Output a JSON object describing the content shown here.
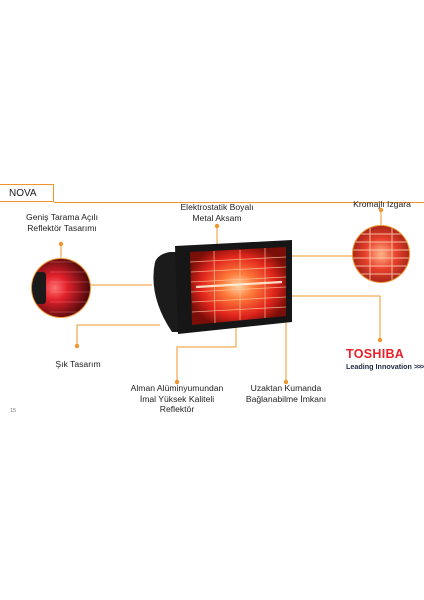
{
  "section": {
    "title": "NOVA"
  },
  "labels": {
    "wide_reflector": [
      "Geniş Tarama Açılı",
      "Reflektör Tasarımı"
    ],
    "electrostatic": [
      "Elektrostatik Boyalı",
      "Metal Aksam"
    ],
    "chrome_grille": "Kromajlı Izgara",
    "stylish": "Şık Tasarım",
    "aluminium": [
      "Alman Alüminyumundan",
      "İmal Yüksek Kaliteli",
      "Reflektör"
    ],
    "remote": [
      "Uzaktan Kumanda",
      "Bağlanabilme İmkanı"
    ]
  },
  "brand": {
    "name": "TOSHIBA",
    "tagline": "Leading Innovation",
    "chevrons": ">>>"
  },
  "page_number": "15",
  "colors": {
    "accent": "#f0942c",
    "toshiba_red": "#e8202a",
    "tagline_navy": "#1e2a44"
  }
}
